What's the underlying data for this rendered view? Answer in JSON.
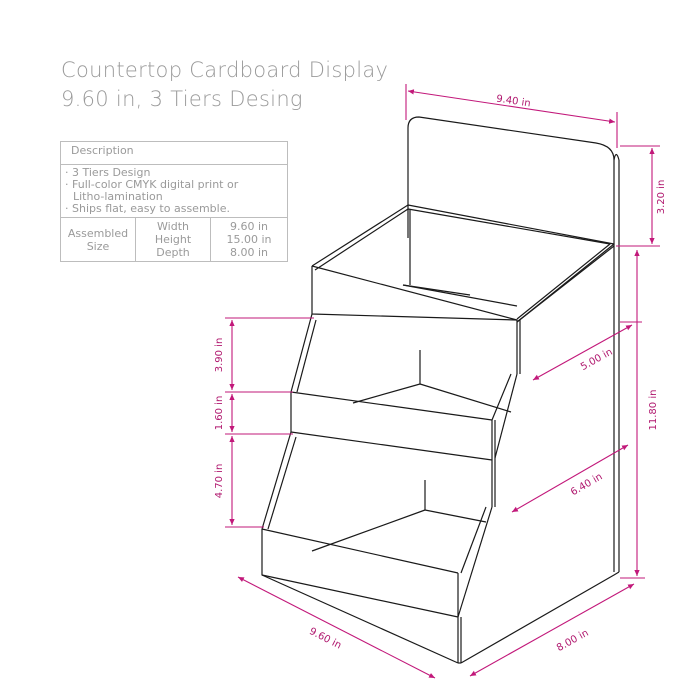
{
  "title": {
    "line1": "Countertop Cardboard Display",
    "line2": "9.60 in, 3 Tiers Desing"
  },
  "spec_table": {
    "description_header": "Description",
    "description_items": [
      "· 3 Tiers Design",
      "· Full-color CMYK digital print or",
      "  Litho-lamination",
      "· Ships flat, easy to assemble."
    ],
    "assembled_size_label_1": "Assembled",
    "assembled_size_label_2": "Size",
    "rows": [
      {
        "name": "Width",
        "value": "9.60 in"
      },
      {
        "name": "Height",
        "value": "15.00 in"
      },
      {
        "name": "Depth",
        "value": "8.00 in"
      }
    ]
  },
  "dimensions": {
    "top_width": "9.40 in",
    "header_height": "3.20 in",
    "body_height": "11.80 in",
    "tier_depth_top": "5.00 in",
    "tier_depth_middle": "6.40 in",
    "base_depth": "8.00 in",
    "base_width": "9.60 in",
    "tier1_height": "3.90 in",
    "tier_lip_height": "1.60 in",
    "tier2_height": "4.70 in"
  },
  "colors": {
    "dimension_line": "#c2187a",
    "outline": "#1a1a1a",
    "text_gray": "#9a9a9a"
  }
}
